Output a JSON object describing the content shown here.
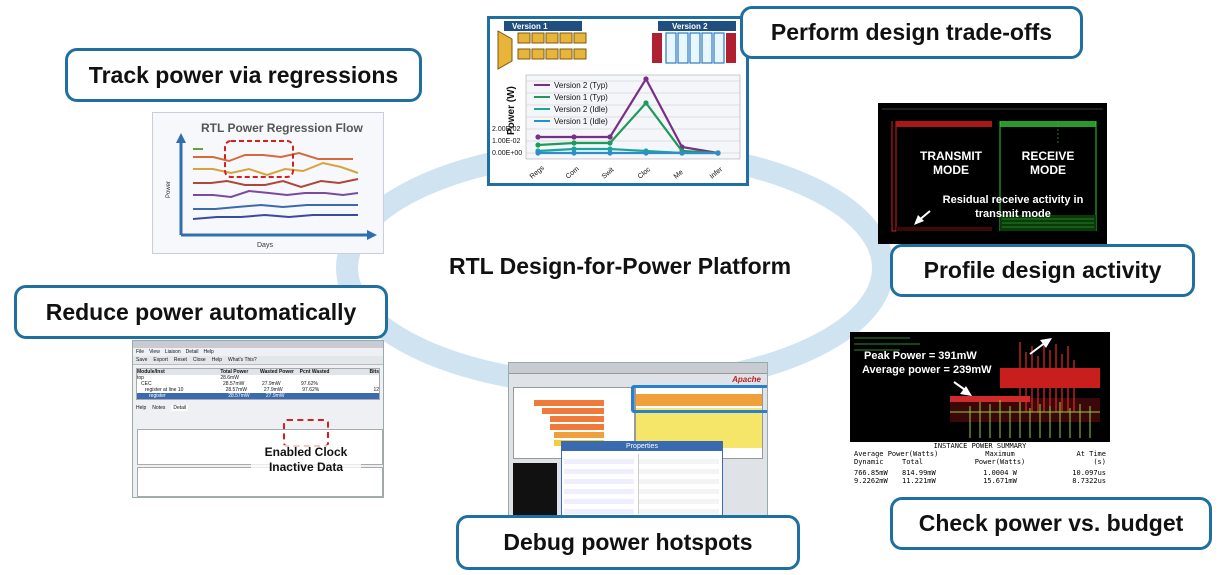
{
  "title": "RTL Design-for-Power Platform",
  "capabilities": {
    "track": "Track power via regressions",
    "tradeoffs": "Perform design trade-offs",
    "profile": "Profile design activity",
    "budget": "Check power vs. budget",
    "debug": "Debug power hotspots",
    "reduce": "Reduce power automatically"
  },
  "regression_panel": {
    "title": "RTL Power Regression Flow",
    "xlabel": "Days",
    "ylabel": "Power"
  },
  "tradeoff_panel": {
    "version1": "Version 1",
    "version2": "Version 2",
    "ylabel": "Power (W)",
    "yticks": [
      "0.00E+00",
      "1.00E-02",
      "2.00E-02"
    ],
    "categories": [
      "Regs",
      "Com",
      "Swit",
      "Cloc",
      "Me",
      "Infer"
    ],
    "legend": [
      "Version 2 (Typ)",
      "Version 1 (Typ)",
      "Version 2 (Idle)",
      "Version 1 (Idle)"
    ],
    "colors": [
      "#7a2f86",
      "#1e9a5a",
      "#1aa6a0",
      "#2f8fc4"
    ]
  },
  "activity_panel": {
    "transmit": "TRANSMIT\nMODE",
    "transmit_l1": "TRANSMIT",
    "transmit_l2": "MODE",
    "receive_l1": "RECEIVE",
    "receive_l2": "MODE",
    "residual_l1": "Residual receive activity in",
    "residual_l2": "transmit mode"
  },
  "budget_panel": {
    "peak": "Peak Power = 391mW",
    "average": "Average power = 239mW",
    "summary_title": "INSTANCE POWER SUMMARY",
    "h1": "Average Power(Watts)",
    "h2": "Maximum",
    "h3": "At Time",
    "h1b": "Dynamic",
    "h1c": "Total",
    "h2b": "Power(Watts)",
    "h3b": "(s)",
    "row1": [
      "766.85mW",
      "814.99mW",
      "1.0004 W",
      "10.097us"
    ],
    "row2": [
      "9.2262mW",
      "11.221mW",
      "15.671mW",
      "8.7322us"
    ]
  },
  "reduce_panel": {
    "menu": [
      "File",
      "View",
      "Liaison",
      "Detail",
      "Help"
    ],
    "toolbar": [
      "Save",
      "Export",
      "Reset",
      "Close",
      "Help",
      "What's This?"
    ],
    "annotation_l1": "Enabled Clock",
    "annotation_l2": "Inactive Data",
    "tabs": [
      "Help",
      "Notes",
      "Detail"
    ],
    "col_headers": [
      "Module/Inst",
      "Total Power",
      "Wasted Power",
      "Pcnt Wasted",
      "Bits"
    ],
    "rows": [
      [
        "top",
        "28.6mW",
        "",
        "",
        ""
      ],
      [
        "CEC",
        "28.57mW",
        "27.9mW",
        "97.62%",
        ""
      ],
      [
        "register at line 10",
        "28.57mW",
        "27.9mW",
        "97.62%",
        "12"
      ],
      [
        "register",
        "28.57mW",
        "27.9mW",
        "",
        ""
      ]
    ]
  },
  "debug_panel": {
    "window_title": "Properties",
    "brand": "Apache"
  }
}
